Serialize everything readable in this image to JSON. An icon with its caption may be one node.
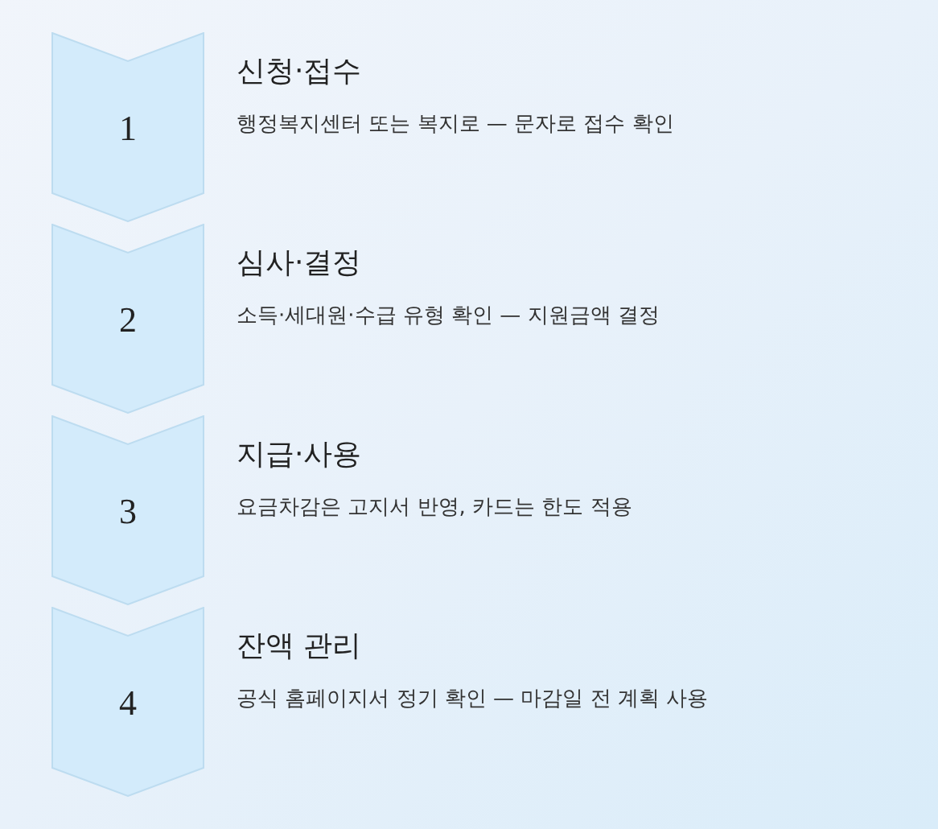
{
  "diagram": {
    "nodes": [
      {
        "text": [
          "1"
        ],
        "beside": [
          "신청·접수",
          "행정복지센터 또는 복지로 — 문자로 접수 확인"
        ]
      },
      {
        "text": [
          "2"
        ],
        "beside": [
          "심사·결정",
          "소득·세대원·수급 유형 확인 — 지원금액 결정"
        ]
      },
      {
        "text": [
          "3"
        ],
        "beside": [
          "지급·사용",
          "요금차감은 고지서 반영, 카드는 한도 적용"
        ]
      },
      {
        "text": [
          "4"
        ],
        "beside": [
          "잔액 관리",
          "공식 홈페이지서 정기 확인 — 마감일 전 계획 사용"
        ]
      }
    ]
  }
}
